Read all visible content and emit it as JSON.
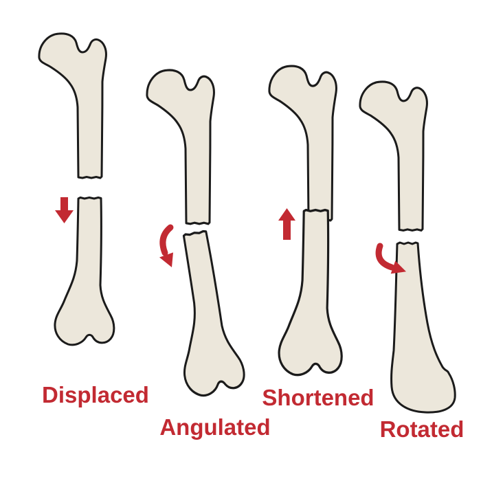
{
  "figure": {
    "background_color": "#ffffff",
    "bone_fill": "#ece7db",
    "bone_outline": "#1b1b1b",
    "accent_red": "#c22a32"
  },
  "fracture_types": [
    {
      "id": "displaced",
      "label": "Displaced",
      "arrow_icon": "down-arrow-icon"
    },
    {
      "id": "angulated",
      "label": "Angulated",
      "arrow_icon": "curved-down-arrow-icon"
    },
    {
      "id": "shortened",
      "label": "Shortened",
      "arrow_icon": "up-arrow-icon"
    },
    {
      "id": "rotated",
      "label": "Rotated",
      "arrow_icon": "curved-right-arrow-icon"
    }
  ]
}
